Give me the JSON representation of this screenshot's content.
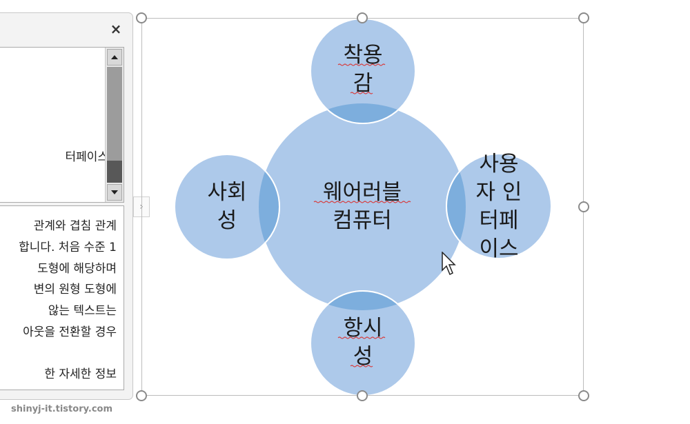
{
  "text_pane": {
    "close_label": "×",
    "list_item_text": "터페이스",
    "description_lines": [
      "관계와 겹침 관계",
      "합니다. 처음 수준 1",
      "도형에 해당하며",
      "변의 원형 도형에",
      "않는 텍스트는",
      "아웃을 전환할 경우",
      "",
      "한 자세한 정보"
    ],
    "toggle_label": "›"
  },
  "diagram": {
    "fill_color": "#adc9ea",
    "overlap_color": "#7daedd",
    "center": {
      "line1": "웨어러블",
      "line2": "컴퓨터"
    },
    "top": {
      "line1": "착용",
      "line2": "감"
    },
    "left": {
      "line1": "사회",
      "line2": "성"
    },
    "right": {
      "line1": "사용",
      "line2": "자 인",
      "line3": "터페",
      "line4": "이스"
    },
    "bottom": {
      "line1": "항시",
      "line2": "성"
    }
  },
  "watermark": "shinyj-it.tistory.com"
}
